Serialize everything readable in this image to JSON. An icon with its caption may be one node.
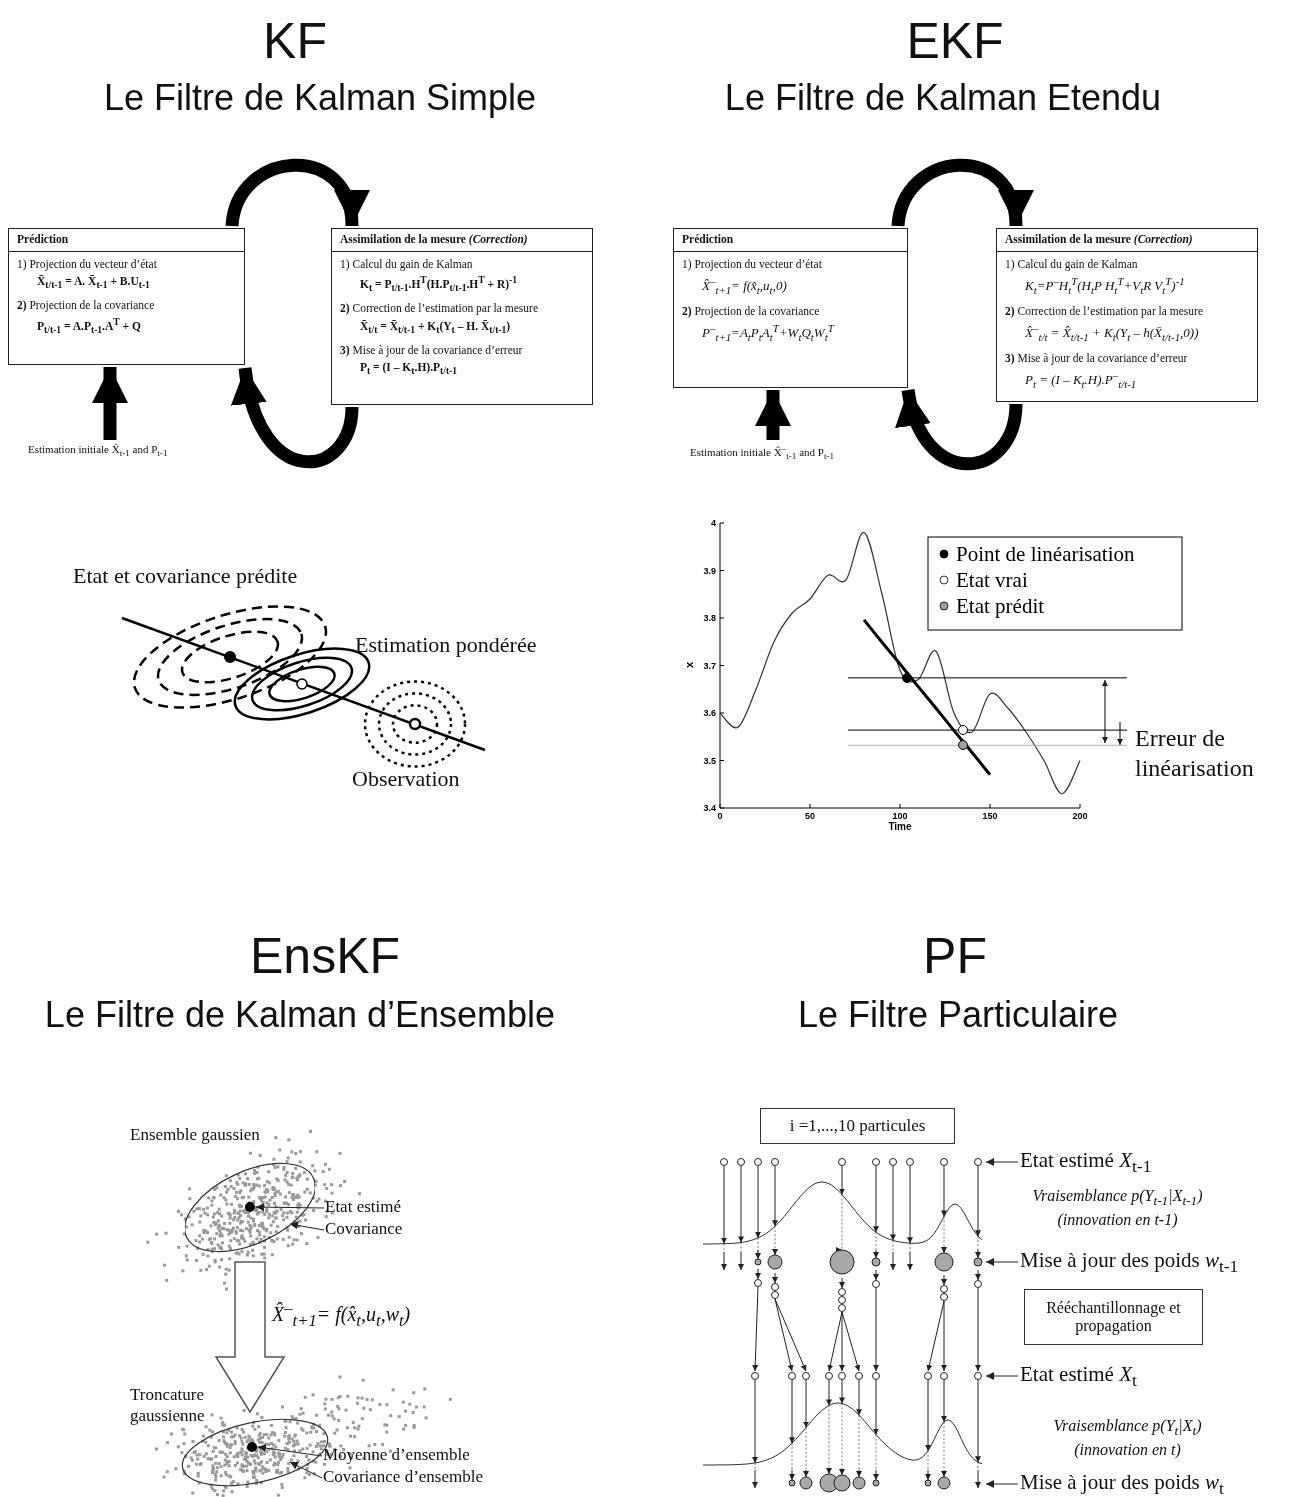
{
  "diagram": {
    "nodes": [
      {
        "text": [
          "Prédiction",
          "1) Projection du vecteur d’état",
          "X̄$_{t/t-1}$ = A. X̄$_{t-1}$ + B.U$_{t-1}$",
          "**2)** Projection de la covariance",
          "P$_{t/t-1}$ = A.P$_{t-1}$.A$^{T}$ + Q"
        ]
      },
      {
        "text": [
          "Assimilation de la mesure *(Correction)*",
          "1) Calcul du gain de Kalman",
          "K$_{t}$ = P$_{t/t-1}$.H$^{T}$(H.P$_{t/t-1}$.H$^{T}$ + R)$^{-1}$",
          "**2)** Correction de l’estimation par la mesure",
          "X̄$_{t/t}$ = X̄$_{t/t-1}$ + K$_{t}$(Y$_{t}$ – H. X̄$_{t/t-1}$)",
          "**3)** Mise à jour de la covariance d’erreur",
          "P$_{t}$ = (I – K$_{t}$.H).P$_{t/t-1}$"
        ]
      },
      {
        "text": [
          "Estimation initiale X̄$_{t-1}$ and P$_{t-1}$"
        ]
      },
      {
        "text": [
          "Prédiction",
          "1) Projection du vecteur d’état",
          "X̂$^{–}$$_{t+1}$= f(x̂$_{t}$,u$_{t}$,0)",
          "**2)** Projection de la covariance",
          "P$^{–}$$_{t+1}$=A$_{t}$P$_{t}$A$_{t}$$^{T}$+W$_{t}$Q$_{t}$W$_{t}$$^{T}$"
        ]
      },
      {
        "text": [
          "Assimilation de la mesure *(Correction)*",
          "1) Calcul du gain de Kalman",
          "K$_{t}$=P$^{–}$H$_{t}$$^{T}$(H$_{t}$P H$_{t}$$^{T}$+V$_{t}$R V$_{t}$$^{T}$)$^{-1}$",
          "**2)** Correction de l’estimation par la mesure",
          "X̂$^{–}$$_{t/t}$ = X̂$_{t/t-1}$ + K$_{t}$(Y$_{t}$ – h(X̄$_{t/t-1}$,0))",
          "**3)** Mise à jour de la covariance d’erreur",
          "P$_{t}$ = (I – K$_{t}$.H).P$^{–}$$_{t/t-1}$"
        ]
      },
      {
        "text": [
          "Estimation initiale X̂$^{–}$$_{t-1}$ and P$_{t-1}$"
        ]
      },
      {
        "text": [
          "Etat estimé"
        ]
      },
      {
        "text": [
          "Covariance"
        ]
      },
      {
        "text": [],
        "shape": "ellipse"
      },
      {
        "text": [],
        "shape": "circle",
        "in": 8
      },
      {
        "text": [
          "Moyenne d’ensemble"
        ]
      },
      {
        "text": [
          "Covariance d’ensemble"
        ]
      },
      {
        "text": [],
        "shape": "ellipse"
      },
      {
        "text": [],
        "shape": "circle",
        "in": 12
      },
      {
        "text": [
          "i =1,...,10 particules"
        ]
      },
      {
        "text": [
          "Etat estimé *X*$_{t-1}$"
        ]
      },
      {
        "text": [
          "Mise à jour des poids *w*$_{t-1}$"
        ]
      },
      {
        "text": [
          "Rééchantillonnage et propagation"
        ]
      },
      {
        "text": [
          "Etat estimé *X*$_{t}$"
        ]
      },
      {
        "text": [
          "Mise à jour des poids *w*$_{t}$"
        ]
      },
      {
        "text": [],
        "shape": "picture"
      }
    ],
    "edges": [
      {
        "from": 0,
        "to": 1,
        "arrow": "to",
        "style": "thick"
      },
      {
        "from": 1,
        "to": 0,
        "arrow": "to",
        "style": "thick"
      },
      {
        "from": 2,
        "to": 0,
        "arrow": "to",
        "style": "thick"
      },
      {
        "from": 3,
        "to": 4,
        "arrow": "to",
        "style": "thick"
      },
      {
        "from": 4,
        "to": 3,
        "arrow": "to",
        "style": "thick"
      },
      {
        "from": 5,
        "to": 3,
        "arrow": "to",
        "style": "thick"
      },
      {
        "from": 6,
        "to": 9,
        "arrow": "to"
      },
      {
        "from": 7,
        "to": 8,
        "arrow": "to"
      },
      {
        "from": 8,
        "to": 12,
        "arrow": "to",
        "style": "thick",
        "label": "X̂$^{–}$$_{t+1}$= f(x̂$_{t}$,u$_{t}$,w$_{t}$)"
      },
      {
        "from": 10,
        "to": 13,
        "arrow": "to"
      },
      {
        "from": 11,
        "to": 12,
        "arrow": "to"
      },
      {
        "from": 15,
        "to": 20,
        "arrow": "to"
      },
      {
        "from": 16,
        "to": 20,
        "arrow": "to"
      },
      {
        "from": 18,
        "to": 20,
        "arrow": "to"
      },
      {
        "from": 19,
        "to": 20,
        "arrow": "to"
      }
    ],
    "labels": [
      "KF",
      "Le Filtre de Kalman Simple",
      "EKF",
      "Le Filtre de Kalman Etendu",
      "Etat et covariance prédite",
      "Estimation pondérée",
      "Observation",
      "Erreur de linéarisation",
      "EnsKF",
      "Le Filtre de Kalman d’Ensemble",
      "PF",
      "Le Filtre Particulaire",
      "Ensemble gaussien",
      "Troncature gaussienne",
      "Vraisemblance p(Y$_{t-1}$|X$_{t-1}$) (innovation en t-1)",
      "Vraisemblance p(Y$_{t}$|X$_{t}$) (innovation en t)"
    ],
    "legend": [
      {
        "text": "Point de linéarisation",
        "color": "#000000"
      },
      {
        "text": "Etat vrai",
        "color": "#ffffff"
      },
      {
        "text": "Etat prédit",
        "color": "#a0a0a0"
      }
    ],
    "chart_data": {
      "type": "line",
      "xlabel": "Time",
      "ylabel": "x",
      "x": [
        0,
        10,
        20,
        30,
        40,
        50,
        60,
        70,
        80,
        90,
        100,
        110,
        120,
        130,
        140,
        150,
        160,
        170,
        180,
        190,
        200
      ],
      "series": [
        {
          "values": [
            3.6,
            3.57,
            3.65,
            3.75,
            3.81,
            3.84,
            3.89,
            3.88,
            3.98,
            3.85,
            3.69,
            3.67,
            3.73,
            3.6,
            3.56,
            3.64,
            3.61,
            3.56,
            3.5,
            3.43,
            3.5
          ]
        },
        {
          "color": "#000000",
          "values": [
            null,
            null,
            null,
            null,
            null,
            null,
            null,
            null,
            3.796,
            3.749,
            3.703,
            3.656,
            3.61,
            3.563,
            3.517,
            3.47,
            null,
            null,
            null,
            null,
            null
          ]
        }
      ],
      "ref_lines": [
        {
          "axis": "y",
          "value": 3.674,
          "color": "#000000"
        },
        {
          "axis": "y",
          "value": 3.564,
          "color": "#000000"
        },
        {
          "axis": "y",
          "value": 3.532,
          "color": "#aaaaaa"
        }
      ],
      "xlim": [
        0,
        200
      ],
      "ylim": [
        3.4,
        4
      ],
      "xticks": [
        0,
        50,
        100,
        150,
        200
      ],
      "yticks": [
        3.4,
        3.5,
        3.6,
        3.7,
        3.8,
        3.9,
        {
          "value": 4,
          "label": "4"
        }
      ]
    }
  }
}
